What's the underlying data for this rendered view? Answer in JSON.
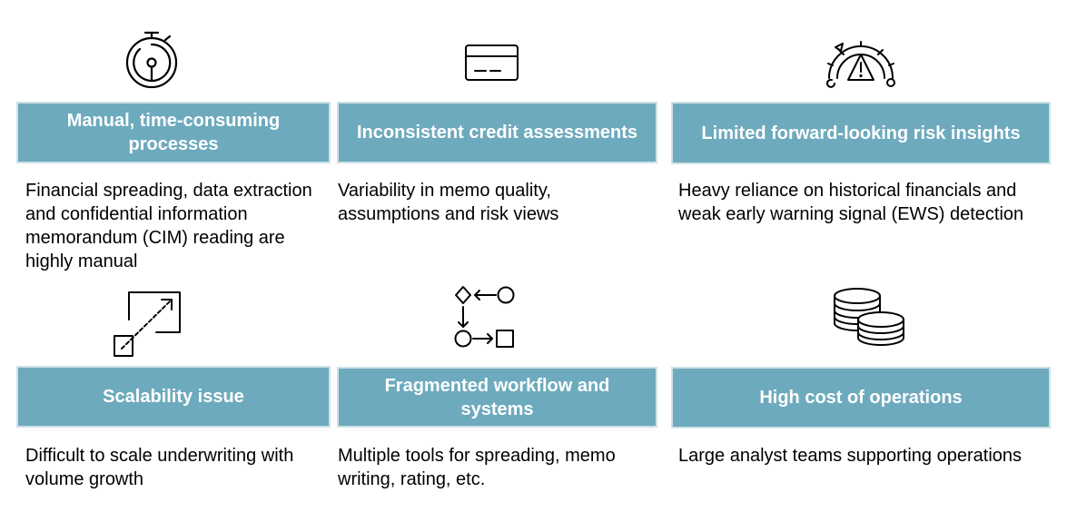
{
  "cards": [
    {
      "icon": "stopwatch-icon",
      "title": "Manual, time-consuming processes",
      "description": "Financial spreading, data extraction and confidential information memorandum (CIM) reading are highly manual"
    },
    {
      "icon": "credit-card-icon",
      "title": "Inconsistent credit assessments",
      "description": "Variability in memo quality, assumptions and risk views"
    },
    {
      "icon": "risk-gauge-warning-icon",
      "title": "Limited forward-looking risk insights",
      "description": "Heavy reliance on historical financials and weak early warning signal (EWS) detection"
    },
    {
      "icon": "scale-expand-icon",
      "title": "Scalability issue",
      "description": "Difficult to scale underwriting with volume growth"
    },
    {
      "icon": "workflow-shapes-icon",
      "title": "Fragmented workflow and systems",
      "description": "Multiple tools for spreading, memo writing, rating, etc."
    },
    {
      "icon": "coin-stacks-icon",
      "title": "High cost of operations",
      "description": "Large analyst teams supporting operations"
    }
  ],
  "colors": {
    "header_fill": "#6eaabd",
    "header_border": "#cfe1e8",
    "header_text": "#ffffff",
    "body_text": "#000000"
  }
}
